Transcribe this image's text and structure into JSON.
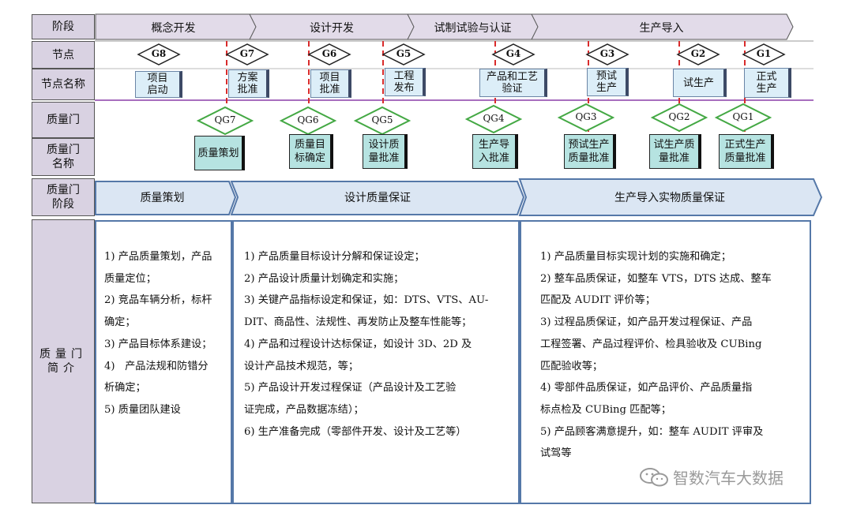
{
  "row_labels": {
    "phase": "阶段",
    "node": "节点",
    "node_name": "节点名称",
    "quality_gate": "质量门",
    "quality_gate_name": "质量门\n名称",
    "quality_gate_stage": "质量门\n阶段",
    "quality_gate_intro": "质量门\n简介"
  },
  "phases": [
    "概念开发",
    "设计开发",
    "试制试验与认证",
    "生产导入"
  ],
  "nodes": [
    {
      "gate": "G8",
      "name": "项目\n启动"
    },
    {
      "gate": "G7",
      "name": "方案\n批准"
    },
    {
      "gate": "G6",
      "name": "项目\n批准"
    },
    {
      "gate": "G5",
      "name": "工程\n发布"
    },
    {
      "gate": "G4",
      "name": "产品和工艺\n验证"
    },
    {
      "gate": "G3",
      "name": "预试\n生产"
    },
    {
      "gate": "G2",
      "name": "试生产"
    },
    {
      "gate": "G1",
      "name": "正式\n生产"
    }
  ],
  "quality_gates": [
    {
      "gate": "QG7",
      "name": "质量策划"
    },
    {
      "gate": "QG6",
      "name": "质量目\n标确定"
    },
    {
      "gate": "QG5",
      "name": "设计质\n量批准"
    },
    {
      "gate": "QG4",
      "name": "生产导\n入批准"
    },
    {
      "gate": "QG3",
      "name": "预试生产\n质量批准"
    },
    {
      "gate": "QG2",
      "name": "试生产质\n量批准"
    },
    {
      "gate": "QG1",
      "name": "正式生产\n质量批准"
    }
  ],
  "quality_stages": [
    "质量策划",
    "设计质量保证",
    "生产导入实物质量保证"
  ],
  "descriptions": [
    [
      "1) 产品质量策划，产品",
      "质量定位；",
      "2) 竞品车辆分析，标杆",
      "确定；",
      "3) 产品目标体系建设；",
      "4)   产品法规和防错分",
      "析确定；",
      "5) 质量团队建设"
    ],
    [
      "1) 产品质量目标设计分解和保证设定；",
      "2) 产品设计质量计划确定和实施；",
      "3) 关键产品指标设定和保证，如：DTS、VTS、AU-",
      "DIT、商品性、法规性、再发防止及整车性能等；",
      "4) 产品和过程设计达标保证，如设计 3D、2D 及",
      "设计产品技术规范，等；",
      "5) 产品设计开发过程保证（产品设计及工艺验",
      "证完成，产品数据冻结）；",
      "6) 生产准备完成（零部件开发、设计及工艺等）"
    ],
    [
      "1) 产品质量目标实现计划的实施和确定；",
      "2) 整车品质保证，如整车 VTS，DTS 达成、整车",
      "匹配及 AUDIT 评价等；",
      "3) 过程品质保证，如产品开发过程保证、产品",
      "工程签署、产品过程评价、检具验收及 CUBing",
      "匹配验收等；",
      "4) 零部件品质保证，如产品评价、产品质量指",
      "标点检及 CUBing 匹配等；",
      "5) 产品顾客满意提升，如：整车 AUDIT 评审及",
      "试驾等"
    ]
  ],
  "watermark": "智数汽车大数据",
  "colors": {
    "label_bg": "#d9d2e2",
    "phase_fill": "#e2dbe9",
    "diamond_fill": "#ffffff",
    "qg_outline": "#43a843",
    "name_box": "#dceef8",
    "qg_box": "#b6e3e1",
    "stage_fill": "#dbe6f3",
    "stage_border": "#5578a8",
    "red_dash": "#d92b2b",
    "divider": "#8a3fa8"
  }
}
